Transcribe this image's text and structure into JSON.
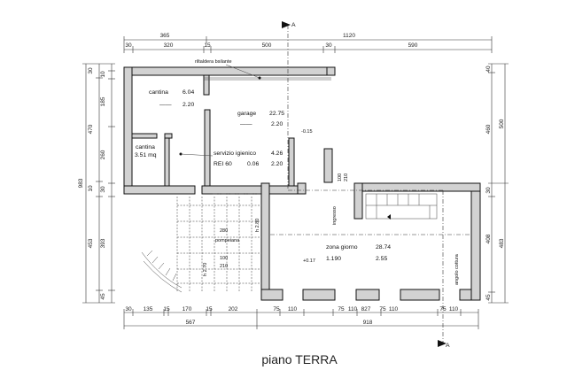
{
  "title": "piano TERRA",
  "section_marker": "A",
  "rooms": {
    "cantina1": {
      "name": "cantina",
      "area": "6.04",
      "dash": "——",
      "height": "2.20"
    },
    "garage": {
      "name": "garage",
      "area": "22.75",
      "dash": "——",
      "height": "2.20"
    },
    "cantina2": {
      "name": "cantina",
      "area": "3.51 mq"
    },
    "servizio": {
      "name": "servizio igienico",
      "area": "4.26",
      "rei": "REI 60",
      "ratio": "0.06",
      "height": "2.20"
    },
    "zona_giorno": {
      "name": "zona giorno",
      "area": "28.74",
      "ratio": "1.190",
      "height": "2.55"
    }
  },
  "annotations": {
    "ribaltabile": "riltaldera bsilante",
    "level_garage": "-0.15",
    "level_living": "+0.17",
    "ingresso": "ingresso",
    "door_100": "100",
    "door_210": "210",
    "pompeiana": "pompeiana",
    "angolo_cottura": "angolo cottura",
    "stair_280": "280",
    "stair_100": "100",
    "stair_210": "210",
    "h_left": "h 2.70",
    "h_right": "h 2.80"
  },
  "dims_top": {
    "overall_left": "365",
    "overall_right": "1120",
    "segments": [
      "30",
      "320",
      "15",
      "500",
      "30",
      "590"
    ]
  },
  "dims_bottom": {
    "segments": [
      "30",
      "135",
      "15",
      "170",
      "15",
      "202",
      "75",
      "110",
      "75",
      "110",
      "827",
      "75",
      "110",
      "75",
      "110"
    ],
    "overall": [
      "567",
      "918"
    ]
  },
  "dims_left": {
    "chain": [
      "30",
      "10",
      "185",
      "470",
      "260",
      "10",
      "30",
      "453",
      "393",
      "45"
    ],
    "overall": "983"
  },
  "dims_right": {
    "chain": [
      "40",
      "460",
      "30",
      "408",
      "45"
    ],
    "overall": [
      "500",
      "483"
    ]
  }
}
